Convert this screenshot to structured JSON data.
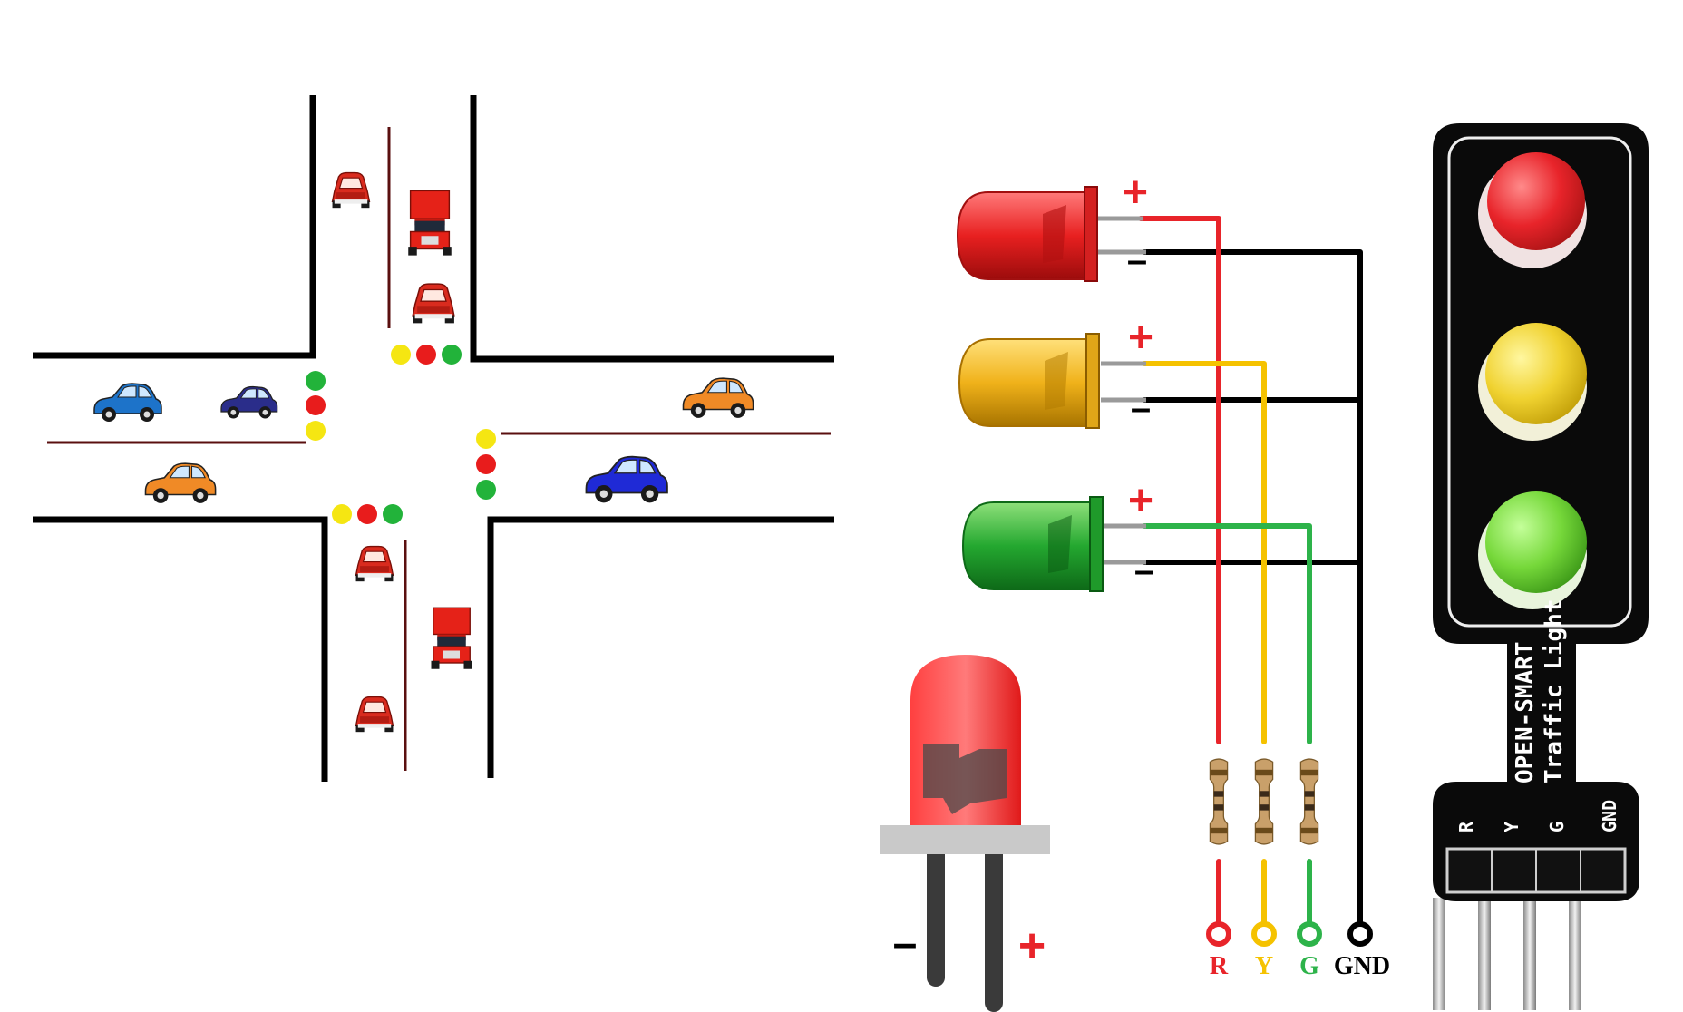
{
  "colors": {
    "red": "#e8242a",
    "yellow": "#f5c200",
    "green": "#2db34a",
    "black": "#000000",
    "road_line": "#5a0f0f",
    "module_board": "#0a0a0a",
    "resistor_body": "#c9a06a"
  },
  "led_polarity": {
    "plus": "+",
    "minus": "–"
  },
  "big_led": {
    "minus": "–",
    "plus": "+"
  },
  "terminals": [
    {
      "label": "R",
      "color": "#e8242a"
    },
    {
      "label": "Y",
      "color": "#f5c200"
    },
    {
      "label": "G",
      "color": "#2db34a"
    },
    {
      "label": "GND",
      "color": "#000000"
    }
  ],
  "module": {
    "brand": "OPEN-SMART",
    "name": "Traffic Light",
    "pins": [
      "R",
      "Y",
      "G",
      "GND"
    ]
  },
  "icons": {
    "car": "car-icon",
    "truck": "truck-icon",
    "signal": "traffic-signal-icon",
    "led": "led-icon",
    "resistor": "resistor-icon"
  }
}
